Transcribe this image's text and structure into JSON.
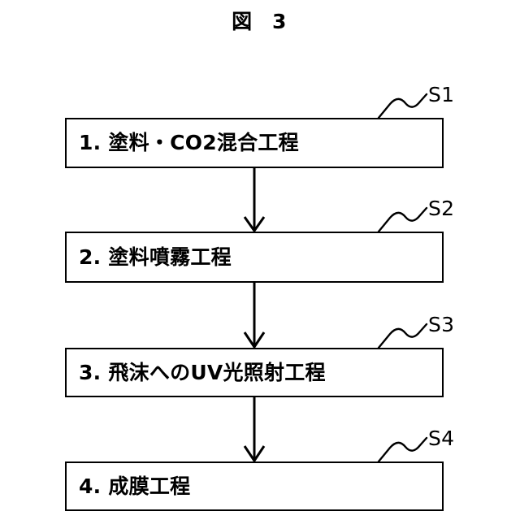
{
  "figure": {
    "title": "図  3",
    "type": "process-flowchart",
    "orientation": "vertical-top-to-bottom",
    "background_color": "#ffffff",
    "line_color": "#000000"
  },
  "steps": [
    {
      "id": "S1",
      "number": "1.",
      "label": "1. 塗料・CO2混合工程",
      "reference": "S1"
    },
    {
      "id": "S2",
      "number": "2.",
      "label": "2. 塗料噴霧工程",
      "reference": "S2"
    },
    {
      "id": "S3",
      "number": "3.",
      "label": "3. 飛沫へのUV光照射工程",
      "reference": "S3"
    },
    {
      "id": "S4",
      "number": "4.",
      "label": "4. 成膜工程",
      "reference": "S4"
    }
  ],
  "connectors": [
    {
      "name": "arrow-s1-to-s2",
      "from": "S1",
      "to": "S2",
      "style": "open-arrowhead"
    },
    {
      "name": "arrow-s2-to-s3",
      "from": "S2",
      "to": "S3",
      "style": "open-arrowhead"
    },
    {
      "name": "arrow-s3-to-s4",
      "from": "S3",
      "to": "S4",
      "style": "open-arrowhead"
    }
  ],
  "leaders": [
    {
      "name": "leader-s1",
      "target": "S1",
      "style": "squiggle"
    },
    {
      "name": "leader-s2",
      "target": "S2",
      "style": "squiggle"
    },
    {
      "name": "leader-s3",
      "target": "S3",
      "style": "squiggle"
    },
    {
      "name": "leader-s4",
      "target": "S4",
      "style": "squiggle"
    }
  ]
}
